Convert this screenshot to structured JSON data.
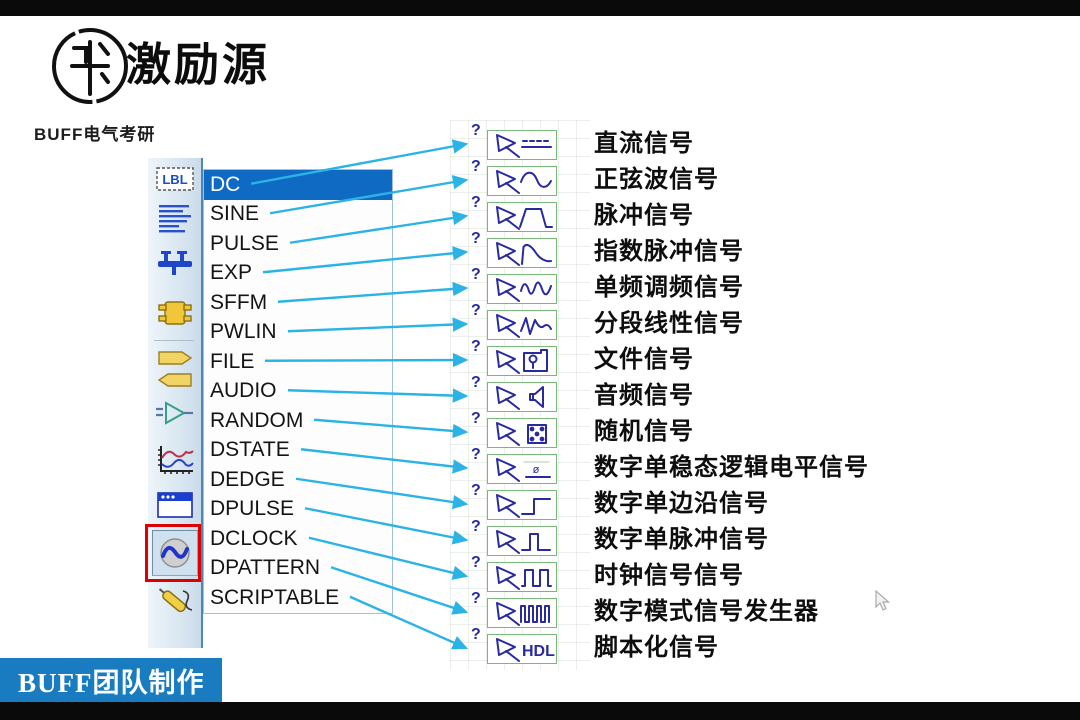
{
  "header": {
    "title": "激励源",
    "logo_text": "BUFF电气考研",
    "logo_icon": "buff-circle-logo"
  },
  "footer": {
    "banner_text": "BUFF团队制作"
  },
  "colors": {
    "menu_highlight": "#0f6ac4",
    "arrow": "#2bb3e6",
    "icon_stroke": "#2a2aa0",
    "icon_box_border": "#7ab87a",
    "banner_bg": "#1a7cc0",
    "selection_box": "#dd0000"
  },
  "toolbar": {
    "selected": "generator-mode-icon",
    "icons": [
      {
        "name": "label-mode-icon",
        "text": "LBL"
      },
      {
        "name": "text-script-icon"
      },
      {
        "name": "terminal-mode-icon"
      },
      {
        "name": "device-pin-icon"
      },
      {
        "name": "tag-output-icon"
      },
      {
        "name": "tag-input-icon"
      },
      {
        "name": "gate-buffer-icon"
      },
      {
        "name": "graph-mode-icon"
      },
      {
        "name": "popup-window-icon"
      },
      {
        "name": "generator-mode-icon",
        "selected": true
      },
      {
        "name": "probe-mode-icon"
      }
    ]
  },
  "generators": {
    "rows": [
      {
        "menu": "DC",
        "icon": "dc-waveform-icon",
        "label": "直流信号",
        "selected": true
      },
      {
        "menu": "SINE",
        "icon": "sine-waveform-icon",
        "label": "正弦波信号",
        "selected": false
      },
      {
        "menu": "PULSE",
        "icon": "pulse-waveform-icon",
        "label": "脉冲信号",
        "selected": false
      },
      {
        "menu": "EXP",
        "icon": "exp-waveform-icon",
        "label": "指数脉冲信号",
        "selected": false
      },
      {
        "menu": "SFFM",
        "icon": "sffm-waveform-icon",
        "label": "单频调频信号",
        "selected": false
      },
      {
        "menu": "PWLIN",
        "icon": "pwlin-waveform-icon",
        "label": "分段线性信号",
        "selected": false
      },
      {
        "menu": "FILE",
        "icon": "file-signal-icon",
        "label": "文件信号",
        "selected": false
      },
      {
        "menu": "AUDIO",
        "icon": "audio-speaker-icon",
        "label": "音频信号",
        "selected": false
      },
      {
        "menu": "RANDOM",
        "icon": "random-dice-icon",
        "label": "随机信号",
        "selected": false
      },
      {
        "menu": "DSTATE",
        "icon": "dstate-level-icon",
        "label": "数字单稳态逻辑电平信号",
        "selected": false
      },
      {
        "menu": "DEDGE",
        "icon": "dedge-step-icon",
        "label": "数字单边沿信号",
        "selected": false
      },
      {
        "menu": "DPULSE",
        "icon": "dpulse-single-icon",
        "label": "数字单脉冲信号",
        "selected": false
      },
      {
        "menu": "DCLOCK",
        "icon": "dclock-clock-icon",
        "label": "时钟信号信号",
        "selected": false
      },
      {
        "menu": "DPATTERN",
        "icon": "dpattern-train-icon",
        "label": "数字模式信号发生器",
        "selected": false
      },
      {
        "menu": "SCRIPTABLE",
        "icon": "scriptable-hdl-icon",
        "label": "脚本化信号",
        "selected": false
      }
    ],
    "query_mark": "?"
  }
}
